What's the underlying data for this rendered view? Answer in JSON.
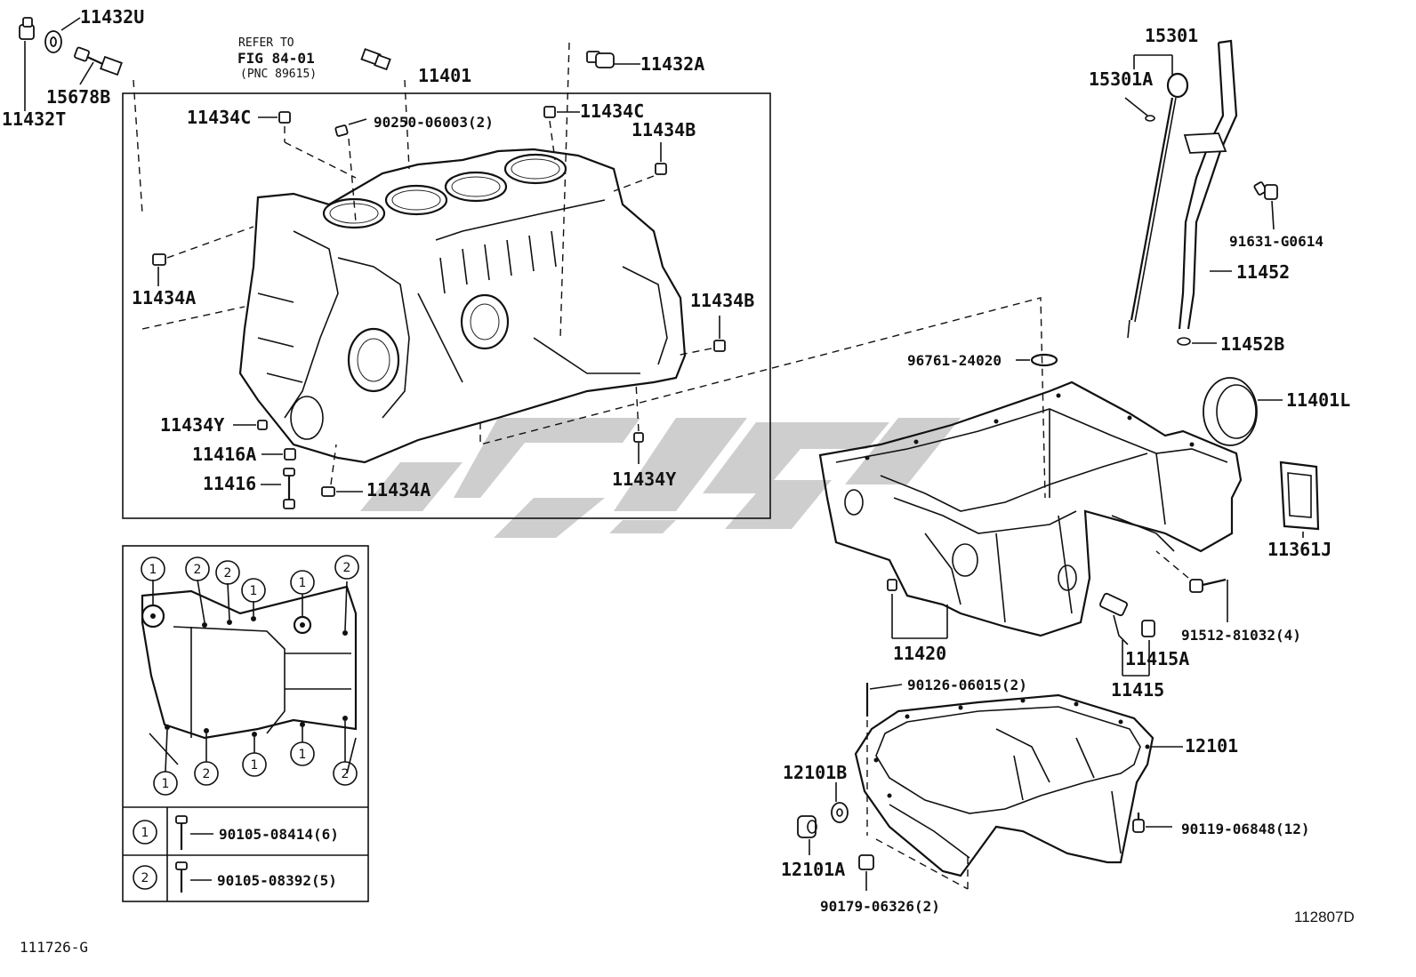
{
  "labels": {
    "p11432U": "11432U",
    "p15678B": "15678B",
    "p11432T": "11432T",
    "refer1": "REFER TO",
    "refer2": "FIG 84-01",
    "refer3": "(PNC 89615)",
    "p11401": "11401",
    "p11432A": "11432A",
    "p11434C_l": "11434C",
    "p90250": "90250-06003(2)",
    "p11434C_r": "11434C",
    "p11434B_t": "11434B",
    "p11434A_l": "11434A",
    "p11434B_r": "11434B",
    "p11434Y_l": "11434Y",
    "p11416A": "11416A",
    "p11416": "11416",
    "p11434A_b": "11434A",
    "p11434Y_r": "11434Y",
    "p15301": "15301",
    "p15301A": "15301A",
    "p91631": "91631-G0614",
    "p11452": "11452",
    "p11452B": "11452B",
    "p96761": "96761-24020",
    "p11401L": "11401L",
    "p11361J": "11361J",
    "p91512": "91512-81032(4)",
    "p11420": "11420",
    "p11415A": "11415A",
    "p11415": "11415",
    "p90126": "90126-06015(2)",
    "p12101": "12101",
    "p12101B": "12101B",
    "p12101A": "12101A",
    "p90119": "90119-06848(12)",
    "p90179": "90179-06326(2)",
    "code_br": "112807D",
    "code_bl": "111726-G"
  },
  "legend": {
    "circle1": "1",
    "circle2": "2",
    "bolt1": "90105-08414(6)",
    "bolt2": "90105-08392(5)"
  }
}
